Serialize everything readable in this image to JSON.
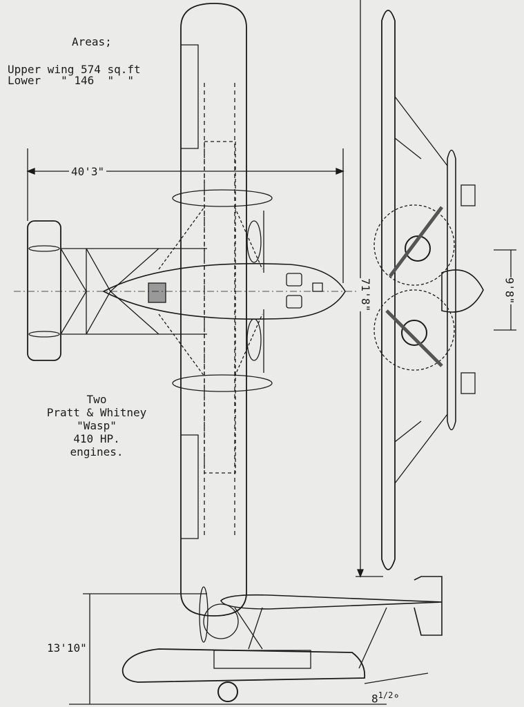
{
  "areas": {
    "title": "Areas;",
    "upper": "Upper wing 574 sq.ft",
    "lower": "Lower   \" 146  \"  \""
  },
  "engines": {
    "line1": "Two",
    "line2": "Pratt & Whitney",
    "line3": "\"Wasp\"",
    "line4": "410 HP.",
    "line5": "engines."
  },
  "dimensions": {
    "span_lower": "40'3\"",
    "span_upper": "71'8\"",
    "engine_spacing": "9'8\"",
    "height": "13'10\"",
    "angle_whole": "8",
    "angle_frac": "1/2",
    "angle_deg": "°"
  },
  "colors": {
    "paper": "#ebebe9",
    "ink": "#1a1a1a"
  }
}
